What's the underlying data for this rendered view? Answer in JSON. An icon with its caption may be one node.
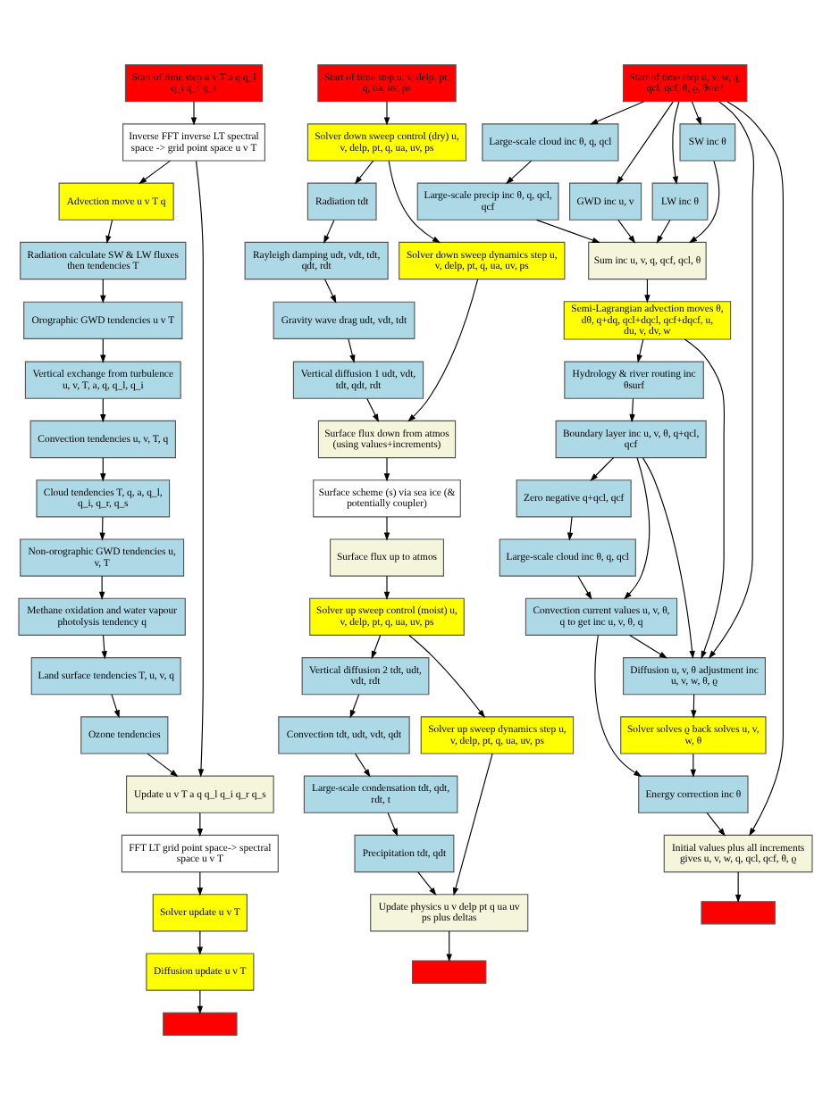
{
  "diagram": {
    "nodes": [
      {
        "text": [
          "Start of time step u v T a q q_l q_i q_r q_s"
        ]
      },
      {
        "text": [
          "Inverse FFT inverse LT spectral space -> grid point space u v T"
        ]
      },
      {
        "text": [
          "Advection move u v T q"
        ]
      },
      {
        "text": [
          "Radiation calculate SW & LW fluxes then tendencies T"
        ]
      },
      {
        "text": [
          "Orographic GWD tendencies u v T"
        ]
      },
      {
        "text": [
          "Vertical exchange from turbulence u, v, T, a, q, q_l, q_i"
        ]
      },
      {
        "text": [
          "Convection tendencies u, v, T, q"
        ]
      },
      {
        "text": [
          "Cloud tendencies T, q, a, q_l, q_i, q_r, q_s"
        ]
      },
      {
        "text": [
          "Non-orographic GWD tendencies u, v, T"
        ]
      },
      {
        "text": [
          "Methane oxidation and water vapour photolysis tendency q"
        ]
      },
      {
        "text": [
          "Land surface tendencies T, u, v, q"
        ]
      },
      {
        "text": [
          "Ozone tendencies"
        ]
      },
      {
        "text": [
          "Update u v T a q q_l q_i q_r q_s"
        ]
      },
      {
        "text": [
          "FFT LT grid point space-> spectral space u v T"
        ]
      },
      {
        "text": [
          "Solver update u v T"
        ]
      },
      {
        "text": [
          "Diffusion update u v T"
        ]
      },
      {
        "text": [],
        "shape": "box"
      },
      {
        "text": [
          "Start of time step u, v, delp, pt, q, ua, uv, ps"
        ]
      },
      {
        "text": [
          "Solver down sweep control (dry) u, v, delp, pt, q, ua, uv, ps"
        ]
      },
      {
        "text": [
          "Radiation tdt"
        ]
      },
      {
        "text": [
          "Solver down sweep dynamics step u, v, delp, pt, q, ua, uv, ps"
        ]
      },
      {
        "text": [
          "Rayleigh damping udt, vdt, tdt, qdt, rdt"
        ]
      },
      {
        "text": [
          "Gravity wave drag udt, vdt, tdt"
        ]
      },
      {
        "text": [
          "Vertical diffusion 1 udt, vdt, tdt, qdt, rdt"
        ]
      },
      {
        "text": [
          "Surface flux down from atmos (using values+increments)"
        ]
      },
      {
        "text": [
          "Surface scheme (s) via sea ice (& potentially coupler)"
        ]
      },
      {
        "text": [
          "Surface flux up to atmos"
        ]
      },
      {
        "text": [
          "Solver up sweep control (moist) u, v, delp, pt, q, ua, uv, ps"
        ]
      },
      {
        "text": [
          "Vertical diffusion 2 tdt, udt, vdt, rdt"
        ]
      },
      {
        "text": [
          "Solver up sweep dynamics step u, v, delp, pt, q, ua, uv, ps"
        ]
      },
      {
        "text": [
          "Convection tdt, udt, vdt, qdt"
        ]
      },
      {
        "text": [
          "Large-scale condensation tdt, qdt, rdt, t"
        ]
      },
      {
        "text": [
          "Precipitation tdt, qdt"
        ]
      },
      {
        "text": [
          "Update physics u v delp pt q ua uv ps plus deltas"
        ]
      },
      {
        "text": [],
        "shape": "box"
      },
      {
        "text": [
          "Start of time step u, v, w, q, qcl, qcf, θ, ϱ, θsurf"
        ]
      },
      {
        "text": [
          "Large-scale cloud inc θ, q, qcl"
        ]
      },
      {
        "text": [
          "GWD inc u, v"
        ]
      },
      {
        "text": [
          "LW inc θ"
        ]
      },
      {
        "text": [
          "SW inc θ"
        ]
      },
      {
        "text": [
          "Large-scale precip inc θ, q, qcl, qcf"
        ]
      },
      {
        "text": [
          "Sum inc u, v, q, qcf, qcl, θ"
        ]
      },
      {
        "text": [
          "Semi-Lagrangian advection moves θ, dθ, q+dq, qcl+dqcl, qcf+dqcf, u, du, v, dv, w"
        ]
      },
      {
        "text": [
          "Hydrology & river routing inc θsurf"
        ]
      },
      {
        "text": [
          "Boundary layer inc u, v, θ, q+qcl, qcf"
        ]
      },
      {
        "text": [
          "Zero negative q+qcl, qcf"
        ]
      },
      {
        "text": [
          "Large-scale cloud inc θ, q, qcl"
        ]
      },
      {
        "text": [
          "Convection current values u, v, θ, q to get inc u, v, θ, q"
        ]
      },
      {
        "text": [
          "Diffusion u, v, θ adjustment inc u, v, w, θ, ϱ"
        ]
      },
      {
        "text": [
          "Solver solves ϱ back solves u, v, w, θ"
        ]
      },
      {
        "text": [
          "Energy correction inc θ"
        ]
      },
      {
        "text": [
          "Initial values plus all increments gives u, v, w, q, qcl, qcf, θ, ϱ"
        ]
      },
      {
        "text": [],
        "shape": "box"
      }
    ],
    "edges": [
      {
        "from": 0,
        "to": 1,
        "arrow": "to"
      },
      {
        "from": 1,
        "to": 2,
        "arrow": "to"
      },
      {
        "from": 1,
        "to": 12,
        "arrow": "to"
      },
      {
        "from": 2,
        "to": 3,
        "arrow": "to"
      },
      {
        "from": 3,
        "to": 4,
        "arrow": "to"
      },
      {
        "from": 4,
        "to": 5,
        "arrow": "to"
      },
      {
        "from": 5,
        "to": 6,
        "arrow": "to"
      },
      {
        "from": 6,
        "to": 7,
        "arrow": "to"
      },
      {
        "from": 7,
        "to": 8,
        "arrow": "to"
      },
      {
        "from": 8,
        "to": 9,
        "arrow": "to"
      },
      {
        "from": 9,
        "to": 10,
        "arrow": "to"
      },
      {
        "from": 10,
        "to": 11,
        "arrow": "to"
      },
      {
        "from": 11,
        "to": 12,
        "arrow": "to"
      },
      {
        "from": 12,
        "to": 13,
        "arrow": "to"
      },
      {
        "from": 13,
        "to": 14,
        "arrow": "to"
      },
      {
        "from": 14,
        "to": 15,
        "arrow": "to"
      },
      {
        "from": 15,
        "to": 16,
        "arrow": "to"
      },
      {
        "from": 17,
        "to": 18,
        "arrow": "to"
      },
      {
        "from": 18,
        "to": 20,
        "arrow": "to"
      },
      {
        "from": 18,
        "to": 19,
        "arrow": "to"
      },
      {
        "from": 19,
        "to": 21,
        "arrow": "to"
      },
      {
        "from": 21,
        "to": 22,
        "arrow": "to"
      },
      {
        "from": 22,
        "to": 23,
        "arrow": "to"
      },
      {
        "from": 20,
        "to": 24,
        "arrow": "to"
      },
      {
        "from": 23,
        "to": 24,
        "arrow": "to"
      },
      {
        "from": 24,
        "to": 25,
        "arrow": "to"
      },
      {
        "from": 25,
        "to": 26,
        "arrow": "to"
      },
      {
        "from": 26,
        "to": 27,
        "arrow": "to"
      },
      {
        "from": 27,
        "to": 29,
        "arrow": "to"
      },
      {
        "from": 27,
        "to": 28,
        "arrow": "to"
      },
      {
        "from": 28,
        "to": 30,
        "arrow": "to"
      },
      {
        "from": 30,
        "to": 31,
        "arrow": "to"
      },
      {
        "from": 31,
        "to": 32,
        "arrow": "to"
      },
      {
        "from": 29,
        "to": 33,
        "arrow": "to"
      },
      {
        "from": 32,
        "to": 33,
        "arrow": "to"
      },
      {
        "from": 33,
        "to": 34,
        "arrow": "to"
      },
      {
        "from": 35,
        "to": 38,
        "arrow": "to"
      },
      {
        "from": 35,
        "to": 39,
        "arrow": "to"
      },
      {
        "from": 35,
        "to": 36,
        "arrow": "to"
      },
      {
        "from": 35,
        "to": 37,
        "arrow": "to"
      },
      {
        "from": 35,
        "to": 51,
        "arrow": "to"
      },
      {
        "from": 35,
        "to": 48,
        "arrow": "to"
      },
      {
        "from": 36,
        "to": 40,
        "arrow": "to"
      },
      {
        "from": 38,
        "to": 41,
        "arrow": "to"
      },
      {
        "from": 39,
        "to": 41,
        "arrow": "to"
      },
      {
        "from": 40,
        "to": 41,
        "arrow": "to"
      },
      {
        "from": 37,
        "to": 41,
        "arrow": "to"
      },
      {
        "from": 41,
        "to": 42,
        "arrow": "to"
      },
      {
        "from": 42,
        "to": 43,
        "arrow": "to"
      },
      {
        "from": 42,
        "to": 48,
        "arrow": "to"
      },
      {
        "from": 43,
        "to": 44,
        "arrow": "to"
      },
      {
        "from": 44,
        "to": 45,
        "arrow": "to"
      },
      {
        "from": 44,
        "to": 47,
        "arrow": "to"
      },
      {
        "from": 44,
        "to": 48,
        "arrow": "to"
      },
      {
        "from": 45,
        "to": 46,
        "arrow": "to"
      },
      {
        "from": 46,
        "to": 47,
        "arrow": "to"
      },
      {
        "from": 47,
        "to": 48,
        "arrow": "to"
      },
      {
        "from": 47,
        "to": 50,
        "arrow": "to"
      },
      {
        "from": 48,
        "to": 49,
        "arrow": "to"
      },
      {
        "from": 49,
        "to": 50,
        "arrow": "to"
      },
      {
        "from": 50,
        "to": 51,
        "arrow": "to"
      },
      {
        "from": 51,
        "to": 52,
        "arrow": "to"
      }
    ]
  }
}
